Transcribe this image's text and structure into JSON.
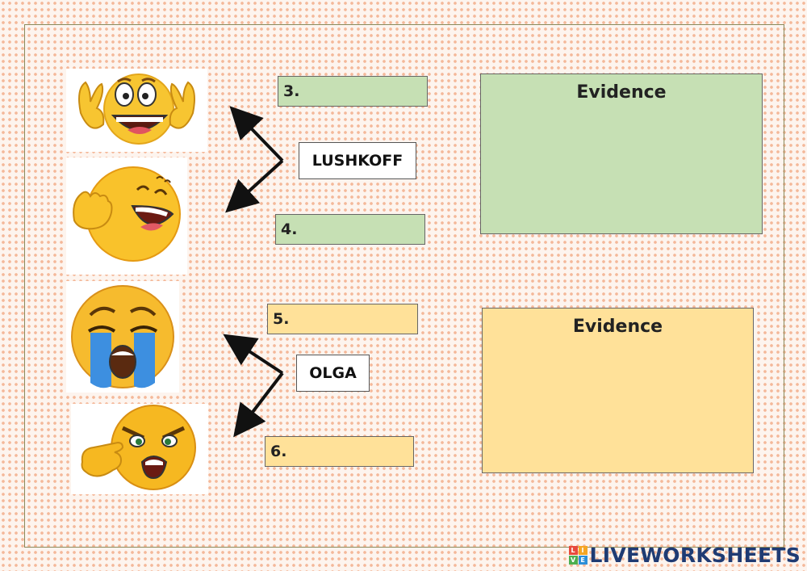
{
  "worksheet": {
    "fields": {
      "f3": "3.",
      "f4": "4.",
      "f5": "5.",
      "f6": "6."
    },
    "labels": {
      "lushkoff": "LUSHKOFF",
      "olga": "OLGA"
    },
    "evidence": {
      "top_title": "Evidence",
      "bottom_title": "Evidence"
    },
    "emojis": [
      "fingers-crossed-emoji",
      "laughing-waving-emoji",
      "crying-emoji",
      "angry-pointing-emoji"
    ]
  },
  "colors": {
    "green_fill": "#c6e0b4",
    "orange_fill": "#ffe199",
    "dot_pattern": "#f4b899"
  },
  "brand": {
    "logo_text": "LIVEWORKSHEETS",
    "logo_tiles": [
      "L",
      "I",
      "V",
      "E"
    ],
    "logo_color": "#1f3b73"
  }
}
